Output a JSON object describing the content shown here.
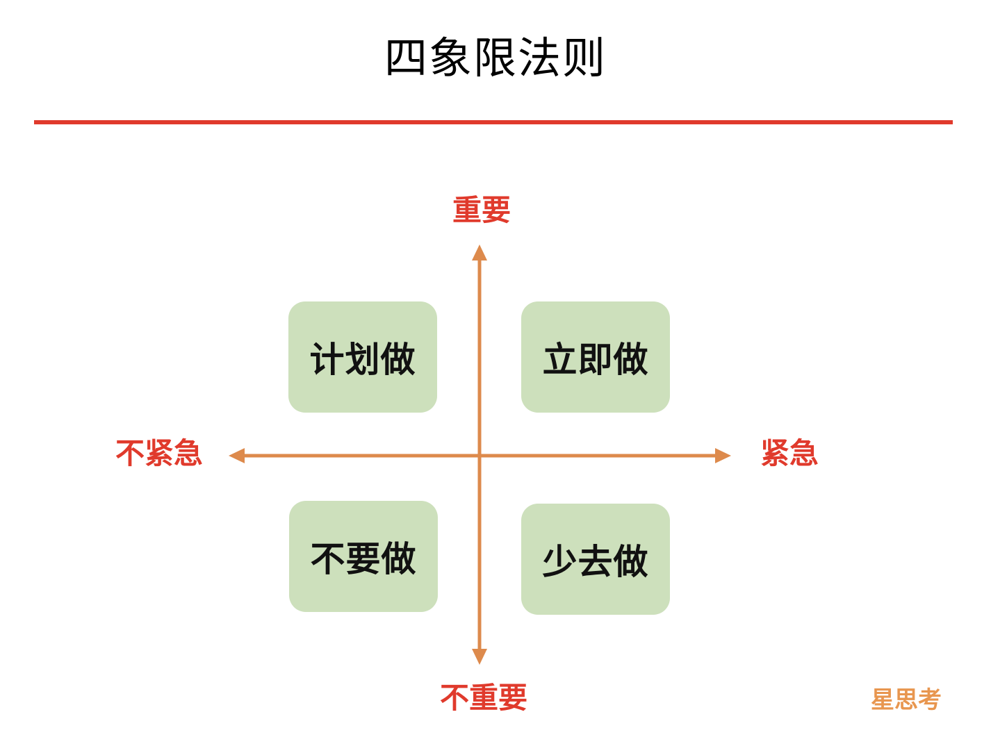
{
  "title": "四象限法则",
  "colors": {
    "accent_red": "#e03a2c",
    "arrow_orange": "#dd8a4c",
    "quadrant_fill": "#cde0bc",
    "watermark_orange": "#e8964f"
  },
  "axes": {
    "top": "重要",
    "bottom": "不重要",
    "left": "不紧急",
    "right": "紧急"
  },
  "quadrants": {
    "top_left": "计划做",
    "top_right": "立即做",
    "bottom_left": "不要做",
    "bottom_right": "少去做"
  },
  "watermark": "星思考"
}
